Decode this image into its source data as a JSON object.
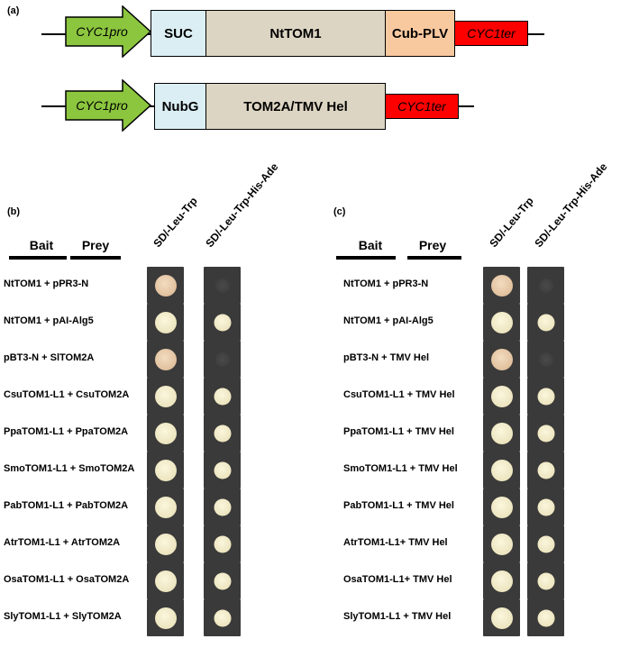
{
  "panel_a": {
    "label": "(a)",
    "construct1": {
      "promoter": "CYC1pro",
      "segments": [
        "SUC",
        "NtTOM1",
        "Cub-PLV"
      ],
      "terminator": "CYC1ter"
    },
    "construct2": {
      "promoter": "CYC1pro",
      "segments": [
        "NubG",
        "TOM2A/TMV Hel"
      ],
      "terminator": "CYC1ter"
    }
  },
  "colors": {
    "promoter": "#8cc63f",
    "suc": "#dbeef4",
    "nubg": "#dbeef4",
    "main": "#ddd5c3",
    "cub": "#f8c89f",
    "terminator": "#ff0000",
    "plate": "#3a3a3a"
  },
  "panel_b": {
    "label": "(b)",
    "bait": "Bait",
    "prey": "Prey",
    "media": [
      "SD/-Leu-Trp",
      "SD/-Leu-Trp-His-Ade"
    ],
    "rows": [
      {
        "label": "NtTOM1 + pPR3-N",
        "growth": [
          1,
          0
        ]
      },
      {
        "label": "NtTOM1 + pAI-Alg5",
        "growth": [
          1,
          1
        ]
      },
      {
        "label": "pBT3-N + SlTOM2A",
        "growth": [
          1,
          0
        ]
      },
      {
        "label": "CsuTOM1-L1 + CsuTOM2A",
        "growth": [
          1,
          1
        ]
      },
      {
        "label": "PpaTOM1-L1 + PpaTOM2A",
        "growth": [
          1,
          1
        ]
      },
      {
        "label": "SmoTOM1-L1 + SmoTOM2A",
        "growth": [
          1,
          1
        ]
      },
      {
        "label": "PabTOM1-L1 + PabTOM2A",
        "growth": [
          1,
          1
        ]
      },
      {
        "label": "AtrTOM1-L1 + AtrTOM2A",
        "growth": [
          1,
          1
        ]
      },
      {
        "label": "OsaTOM1-L1 + OsaTOM2A",
        "growth": [
          1,
          1
        ]
      },
      {
        "label": "SlyTOM1-L1 + SlyTOM2A",
        "growth": [
          1,
          1
        ]
      }
    ]
  },
  "panel_c": {
    "label": "(c)",
    "bait": "Bait",
    "prey": "Prey",
    "media": [
      "SD/-Leu-Trp",
      "SD/-Leu-Trp-His-Ade"
    ],
    "rows": [
      {
        "label": "NtTOM1 + pPR3-N",
        "growth": [
          1,
          0
        ]
      },
      {
        "label": "NtTOM1 + pAI-Alg5",
        "growth": [
          1,
          1
        ]
      },
      {
        "label": "pBT3-N + TMV Hel",
        "growth": [
          1,
          0
        ]
      },
      {
        "label": "CsuTOM1-L1 + TMV Hel",
        "growth": [
          1,
          1
        ]
      },
      {
        "label": "PpaTOM1-L1 + TMV Hel",
        "growth": [
          1,
          1
        ]
      },
      {
        "label": "SmoTOM1-L1 + TMV Hel",
        "growth": [
          1,
          1
        ]
      },
      {
        "label": "PabTOM1-L1 + TMV Hel",
        "growth": [
          1,
          1
        ]
      },
      {
        "label": "AtrTOM1-L1+ TMV Hel",
        "growth": [
          1,
          1
        ]
      },
      {
        "label": "OsaTOM1-L1+ TMV Hel",
        "growth": [
          1,
          1
        ]
      },
      {
        "label": "SlyTOM1-L1 + TMV Hel",
        "growth": [
          1,
          1
        ]
      }
    ]
  }
}
